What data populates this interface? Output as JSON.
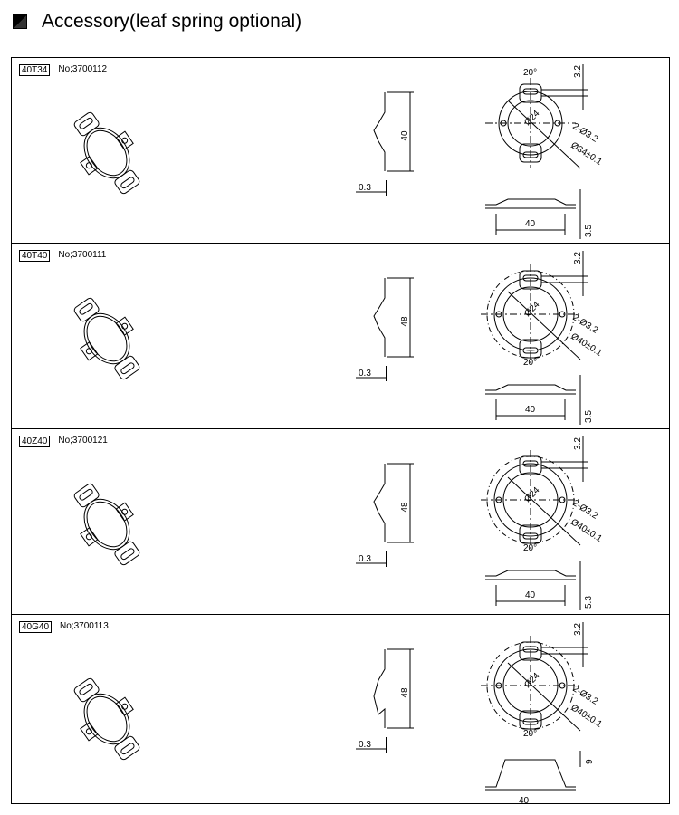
{
  "header": {
    "title": "Accessory(leaf spring optional)"
  },
  "rows": [
    {
      "model": "40T34",
      "no": "No;3700112",
      "height": "40",
      "thickness": "0.3",
      "angle": "20°",
      "hole_offset": "3.2",
      "holes": "2-Ø3.2",
      "outer_dia": "Ø34±0.1",
      "inner_dia": "Ø24",
      "width": "40",
      "depth": "3.5"
    },
    {
      "model": "40T40",
      "no": "No;3700111",
      "height": "48",
      "thickness": "0.3",
      "angle": "20°",
      "hole_offset": "3.2",
      "holes": "2-Ø3.2",
      "outer_dia": "Ø40±0.1",
      "inner_dia": "Ø24",
      "width": "40",
      "depth": "3.5"
    },
    {
      "model": "40Z40",
      "no": "No;3700121",
      "height": "48",
      "thickness": "0.3",
      "angle": "20°",
      "hole_offset": "3.2",
      "holes": "2-Ø3.2",
      "outer_dia": "Ø40±0.1",
      "inner_dia": "Ø24",
      "width": "40",
      "depth": "5.3"
    },
    {
      "model": "40G40",
      "no": "No;3700113",
      "height": "48",
      "thickness": "0.3",
      "angle": "20°",
      "hole_offset": "3.2",
      "holes": "2-Ø3.2",
      "outer_dia": "Ø40±0.1",
      "inner_dia": "Ø24",
      "width": "40",
      "depth": "9"
    }
  ]
}
